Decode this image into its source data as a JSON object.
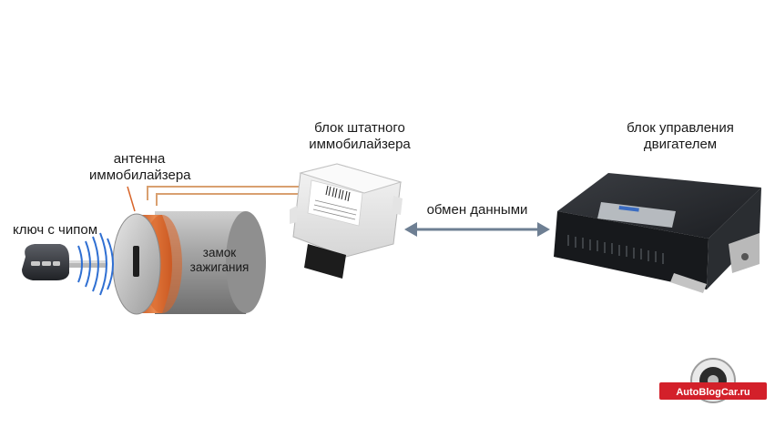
{
  "labels": {
    "key": "ключ с чипом",
    "antenna_line1": "антенна",
    "antenna_line2": "иммобилайзера",
    "lock_line1": "замок",
    "lock_line2": "зажигания",
    "immo_line1": "блок штатного",
    "immo_line2": "иммобилайзера",
    "exchange": "обмен данными",
    "ecu_line1": "блок управления",
    "ecu_line2": "двигателем"
  },
  "watermark": {
    "text": "AutoBlogCar.ru"
  },
  "colors": {
    "antenna": "#d8652a",
    "wire": "#d9a070",
    "arrow": "#6e7f93",
    "watermark_bg": "#d3202a"
  }
}
